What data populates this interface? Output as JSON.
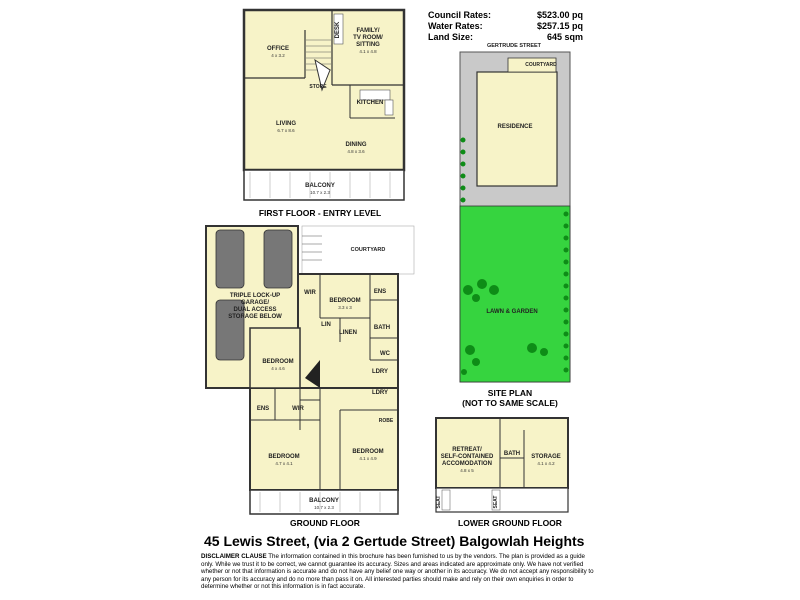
{
  "rates": [
    {
      "label": "Council Rates:",
      "value": "$523.00 pq"
    },
    {
      "label": "Water Rates:",
      "value": "$257.15 pq"
    },
    {
      "label": "Land Size:",
      "value": "645 sqm"
    }
  ],
  "first_floor": {
    "title": "FIRST FLOOR - ENTRY LEVEL",
    "office": {
      "label": "OFFICE",
      "dim": "4 x 3.2"
    },
    "desk": "DESK",
    "family": {
      "line1": "FAMILY/",
      "line2": "TV ROOM/",
      "line3": "SITTING",
      "dim": "4.1 x 4.8"
    },
    "store": "STORE",
    "kitchen": "KITCHEN",
    "living": {
      "label": "LIVING",
      "dim": "6.7 x 8.6"
    },
    "dining": {
      "label": "DINING",
      "dim": "4.8 x 3.6"
    },
    "balcony": {
      "label": "BALCONY",
      "dim": "10.7 x 2.3"
    }
  },
  "ground_floor": {
    "title": "GROUND FLOOR",
    "courtyard": "COURTYARD",
    "garage": {
      "line1": "TRIPLE LOCK-UP",
      "line2": "GARAGE/",
      "line3": "DUAL ACCESS",
      "line4": "STORAGE BELOW"
    },
    "wir1": "WIR",
    "bed1": {
      "label": "BEDROOM",
      "dim": "3.3 x 3"
    },
    "ens1": "ENS",
    "lin": "LIN",
    "linen": "LINEN",
    "bath": "BATH",
    "wc": "WC",
    "bed2": {
      "label": "BEDROOM",
      "dim": "4 x 4.6"
    },
    "ldry1": "LDRY",
    "ldry2": "LDRY",
    "ens2": "ENS",
    "wir2": "WIR",
    "robe": "ROBE",
    "bed3": {
      "label": "BEDROOM",
      "dim": "4.7 x 4.1"
    },
    "bed4": {
      "label": "BEDROOM",
      "dim": "4.1 x 4.9"
    },
    "balcony": {
      "label": "BALCONY",
      "dim": "10.7 x 2.3"
    }
  },
  "site_plan": {
    "street": "GERTRUDE STREET",
    "courtyard": "COURTYARD",
    "residence": "RESIDENCE",
    "lawn": "LAWN & GARDEN",
    "title_line1": "SITE PLAN",
    "title_line2": "(NOT TO SAME SCALE)"
  },
  "lower_ground": {
    "title": "LOWER GROUND FLOOR",
    "retreat": {
      "line1": "RETREAT/",
      "line2": "SELF-CONTAINED",
      "line3": "ACCOMODATION",
      "dim": "4.8 x 5"
    },
    "bath": "BATH",
    "storage": {
      "label": "STORAGE",
      "dim": "4.1 x 4.2"
    },
    "seat1": "SEAT",
    "seat2": "SEAT"
  },
  "address": "45 Lewis Street, (via 2 Gertude Street) Balgowlah Heights",
  "disclaimer": {
    "label": "DISCLAIMER CLAUSE",
    "text": " The information contained in this brochure has been furnished to us by the vendors. The plan is provided as a guide only. While we trust it to be correct, we cannot guarantee its accuracy. Sizes and areas indicated are approximate only. We have not verified whether or not that information is accurate and do not have any belief one way or another in its accuracy. We do not accept any responsibility to any person for its accuracy and do no more than pass it on. All interested parties should make and rely on their own enquiries in order to determine whether or not this information is in fact accurate."
  },
  "colors": {
    "room": "#f7f3c8",
    "wall": "#333333",
    "lawn": "#36d43f",
    "site_gray": "#c9c9c9",
    "bush": "#0e8c17"
  }
}
